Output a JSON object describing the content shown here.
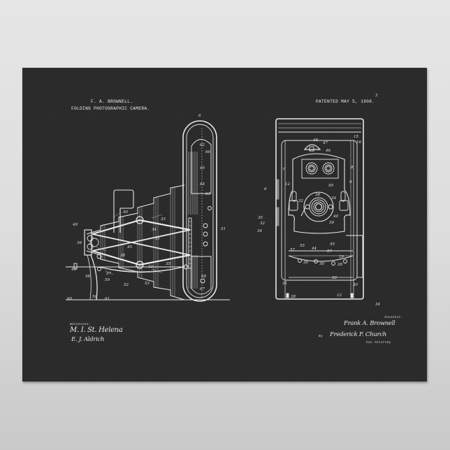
{
  "poster": {
    "background_color": "#2b2b2b",
    "line_color": "#e8e8e8",
    "header_left": {
      "inventor": "F. A. BROWNELL.",
      "title": "FOLDING PHOTOGRAPHIC CAMERA."
    },
    "header_right": {
      "patent_date": "PATENTED MAY 5, 1908."
    },
    "figure_left": {
      "name": "side-view",
      "fig_label": "6",
      "labels": [
        "50",
        "49",
        "36",
        "45",
        "34",
        "31",
        "38",
        "33",
        "35",
        "47",
        "37",
        "58",
        "59",
        "57",
        "43",
        "52",
        "53",
        "56",
        "60",
        "61",
        "62",
        "63",
        "64",
        "65",
        "66",
        "67",
        "68",
        "69"
      ]
    },
    "figure_right": {
      "name": "front-view",
      "fig_label": "3",
      "labels": [
        "48",
        "47",
        "46",
        "15",
        "16",
        "7",
        "8",
        "6",
        "9",
        "12",
        "50",
        "38",
        "32",
        "34",
        "35",
        "55",
        "57",
        "40",
        "36",
        "39",
        "44",
        "20",
        "28",
        "29",
        "30",
        "31",
        "34"
      ]
    },
    "witnesses": {
      "label": "Witnesses:",
      "signatures": [
        "M. I. St. Helena",
        "E. J. Aldrich"
      ]
    },
    "inventor_block": {
      "label": "Inventor:",
      "signature": "Frank A. Brownell",
      "by": "By",
      "attorney_signature": "Frederick F. Church",
      "attorney_label": "his Attorney"
    }
  }
}
